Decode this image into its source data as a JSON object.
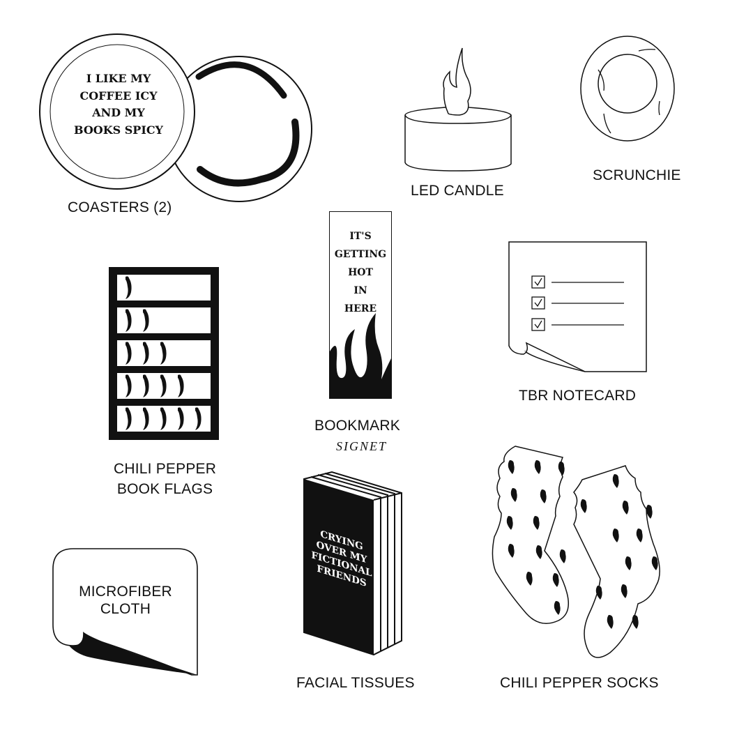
{
  "page": {
    "background": "#ffffff",
    "ink": "#111111"
  },
  "items": {
    "coasters": {
      "label": "COASTERS (2)",
      "print_lines": [
        "I LIKE MY",
        "COFFEE ICY",
        "AND MY",
        "BOOKS SPICY"
      ]
    },
    "led_candle": {
      "label": "LED CANDLE"
    },
    "scrunchie": {
      "label": "SCRUNCHIE"
    },
    "bookmark": {
      "label": "BOOKMARK",
      "sublabel": "SIGNET",
      "print_lines": [
        "IT'S",
        "GETTING",
        "HOT",
        "IN",
        "HERE"
      ]
    },
    "tbr_notecard": {
      "label": "TBR NOTECARD",
      "checkboxes": 3
    },
    "book_flags": {
      "label_line1": "CHILI PEPPER",
      "label_line2": "BOOK FLAGS",
      "rows": [
        1,
        2,
        3,
        4,
        5
      ]
    },
    "facial_tissues": {
      "label": "FACIAL TISSUES",
      "print_lines": [
        "CRYING",
        "OVER MY",
        "FICTIONAL",
        "FRIENDS"
      ]
    },
    "socks": {
      "label": "CHILI PEPPER SOCKS"
    },
    "microfiber_cloth": {
      "label_line1": "MICROFIBER",
      "label_line2": "CLOTH"
    }
  }
}
